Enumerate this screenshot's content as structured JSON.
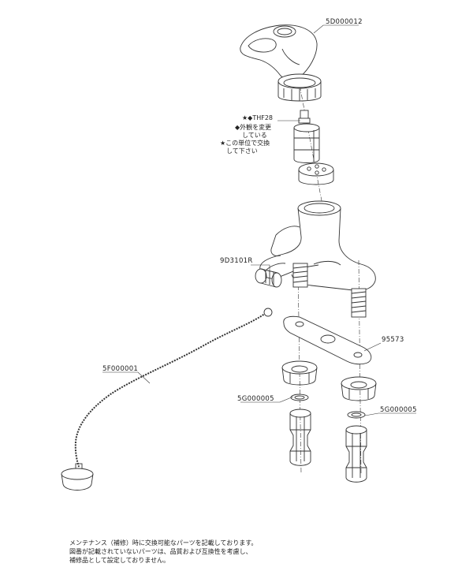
{
  "parts": {
    "handle": "5D000012",
    "cartridge": "THF28",
    "aerator": "9D3101R",
    "chain": "5F000001",
    "base_plate": "95573",
    "washer_left": "5G000005",
    "washer_right": "5G000005"
  },
  "cartridge_note": {
    "line1": "★◆THF28",
    "line2": "◆外観を変更",
    "line3": "している",
    "line4": "★この単位で交換",
    "line5": "して下さい"
  },
  "footnote": {
    "line1": "メンテナンス（補修）時に交換可能なパーツを記載しております。",
    "line2": "図番が記載されていないパーツは、品質および互換性を考慮し、",
    "line3": "補修品として設定しておりません。"
  }
}
